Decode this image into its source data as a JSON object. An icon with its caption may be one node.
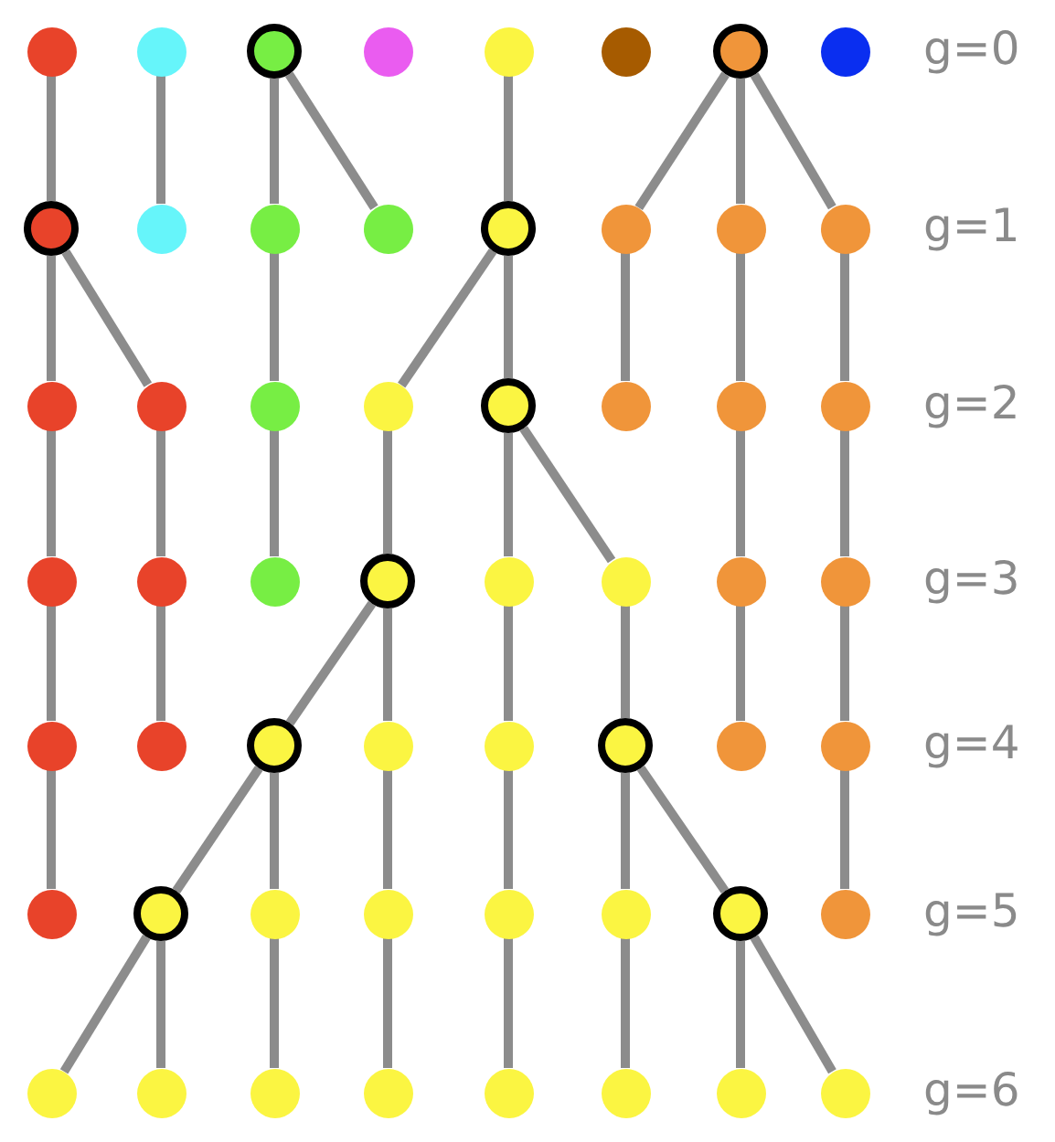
{
  "diagram": {
    "nodes": [
      {
        "text": [],
        "shape": "circle"
      },
      {
        "text": [],
        "shape": "circle"
      },
      {
        "text": [],
        "shape": "circle"
      },
      {
        "text": [],
        "shape": "circle"
      },
      {
        "text": [],
        "shape": "circle"
      },
      {
        "text": [],
        "shape": "circle"
      },
      {
        "text": [],
        "shape": "circle"
      },
      {
        "text": [],
        "shape": "circle"
      },
      {
        "text": [],
        "shape": "circle"
      },
      {
        "text": [],
        "shape": "circle"
      },
      {
        "text": [],
        "shape": "circle"
      },
      {
        "text": [],
        "shape": "circle"
      },
      {
        "text": [],
        "shape": "circle"
      },
      {
        "text": [],
        "shape": "circle"
      },
      {
        "text": [],
        "shape": "circle"
      },
      {
        "text": [],
        "shape": "circle"
      },
      {
        "text": [],
        "shape": "circle"
      },
      {
        "text": [],
        "shape": "circle"
      },
      {
        "text": [],
        "shape": "circle"
      },
      {
        "text": [],
        "shape": "circle"
      },
      {
        "text": [],
        "shape": "circle"
      },
      {
        "text": [],
        "shape": "circle"
      },
      {
        "text": [],
        "shape": "circle"
      },
      {
        "text": [],
        "shape": "circle"
      },
      {
        "text": [],
        "shape": "circle"
      },
      {
        "text": [],
        "shape": "circle"
      },
      {
        "text": [],
        "shape": "circle"
      },
      {
        "text": [],
        "shape": "circle"
      },
      {
        "text": [],
        "shape": "circle"
      },
      {
        "text": [],
        "shape": "circle"
      },
      {
        "text": [],
        "shape": "circle"
      },
      {
        "text": [],
        "shape": "circle"
      },
      {
        "text": [],
        "shape": "circle"
      },
      {
        "text": [],
        "shape": "circle"
      },
      {
        "text": [],
        "shape": "circle"
      },
      {
        "text": [],
        "shape": "circle"
      },
      {
        "text": [],
        "shape": "circle"
      },
      {
        "text": [],
        "shape": "circle"
      },
      {
        "text": [],
        "shape": "circle"
      },
      {
        "text": [],
        "shape": "circle"
      },
      {
        "text": [],
        "shape": "circle"
      },
      {
        "text": [],
        "shape": "circle"
      },
      {
        "text": [],
        "shape": "circle"
      },
      {
        "text": [],
        "shape": "circle"
      },
      {
        "text": [],
        "shape": "circle"
      },
      {
        "text": [],
        "shape": "circle"
      },
      {
        "text": [],
        "shape": "circle"
      },
      {
        "text": [],
        "shape": "circle"
      },
      {
        "text": [],
        "shape": "circle"
      },
      {
        "text": [],
        "shape": "circle"
      },
      {
        "text": [],
        "shape": "circle"
      },
      {
        "text": [],
        "shape": "circle"
      },
      {
        "text": [],
        "shape": "circle"
      },
      {
        "text": [],
        "shape": "circle"
      },
      {
        "text": [],
        "shape": "circle"
      },
      {
        "text": [],
        "shape": "circle"
      }
    ],
    "edges": [
      {
        "from": 0,
        "to": 8,
        "arrow": "none"
      },
      {
        "from": 1,
        "to": 9,
        "arrow": "none"
      },
      {
        "from": 2,
        "to": 10,
        "arrow": "none"
      },
      {
        "from": 2,
        "to": 11,
        "arrow": "none"
      },
      {
        "from": 4,
        "to": 12,
        "arrow": "none"
      },
      {
        "from": 6,
        "to": 13,
        "arrow": "none"
      },
      {
        "from": 6,
        "to": 14,
        "arrow": "none"
      },
      {
        "from": 6,
        "to": 15,
        "arrow": "none"
      },
      {
        "from": 8,
        "to": 16,
        "arrow": "none"
      },
      {
        "from": 8,
        "to": 17,
        "arrow": "none"
      },
      {
        "from": 10,
        "to": 18,
        "arrow": "none"
      },
      {
        "from": 12,
        "to": 19,
        "arrow": "none"
      },
      {
        "from": 12,
        "to": 20,
        "arrow": "none"
      },
      {
        "from": 13,
        "to": 21,
        "arrow": "none"
      },
      {
        "from": 14,
        "to": 22,
        "arrow": "none"
      },
      {
        "from": 15,
        "to": 23,
        "arrow": "none"
      },
      {
        "from": 16,
        "to": 24,
        "arrow": "none"
      },
      {
        "from": 17,
        "to": 25,
        "arrow": "none"
      },
      {
        "from": 18,
        "to": 26,
        "arrow": "none"
      },
      {
        "from": 19,
        "to": 27,
        "arrow": "none"
      },
      {
        "from": 20,
        "to": 28,
        "arrow": "none"
      },
      {
        "from": 20,
        "to": 29,
        "arrow": "none"
      },
      {
        "from": 22,
        "to": 30,
        "arrow": "none"
      },
      {
        "from": 23,
        "to": 31,
        "arrow": "none"
      },
      {
        "from": 24,
        "to": 32,
        "arrow": "none"
      },
      {
        "from": 25,
        "to": 33,
        "arrow": "none"
      },
      {
        "from": 27,
        "to": 34,
        "arrow": "none"
      },
      {
        "from": 27,
        "to": 35,
        "arrow": "none"
      },
      {
        "from": 28,
        "to": 36,
        "arrow": "none"
      },
      {
        "from": 29,
        "to": 37,
        "arrow": "none"
      },
      {
        "from": 30,
        "to": 38,
        "arrow": "none"
      },
      {
        "from": 31,
        "to": 39,
        "arrow": "none"
      },
      {
        "from": 32,
        "to": 40,
        "arrow": "none"
      },
      {
        "from": 34,
        "to": 41,
        "arrow": "none"
      },
      {
        "from": 34,
        "to": 42,
        "arrow": "none"
      },
      {
        "from": 35,
        "to": 43,
        "arrow": "none"
      },
      {
        "from": 36,
        "to": 44,
        "arrow": "none"
      },
      {
        "from": 37,
        "to": 45,
        "arrow": "none"
      },
      {
        "from": 37,
        "to": 46,
        "arrow": "none"
      },
      {
        "from": 39,
        "to": 47,
        "arrow": "none"
      },
      {
        "from": 41,
        "to": 48,
        "arrow": "none"
      },
      {
        "from": 41,
        "to": 49,
        "arrow": "none"
      },
      {
        "from": 42,
        "to": 50,
        "arrow": "none"
      },
      {
        "from": 43,
        "to": 51,
        "arrow": "none"
      },
      {
        "from": 44,
        "to": 52,
        "arrow": "none"
      },
      {
        "from": 45,
        "to": 53,
        "arrow": "none"
      },
      {
        "from": 46,
        "to": 54,
        "arrow": "none"
      },
      {
        "from": 46,
        "to": 55,
        "arrow": "none"
      }
    ],
    "labels": [
      "g=0",
      "g=1",
      "g=2",
      "g=3",
      "g=4",
      "g=5",
      "g=6"
    ]
  }
}
